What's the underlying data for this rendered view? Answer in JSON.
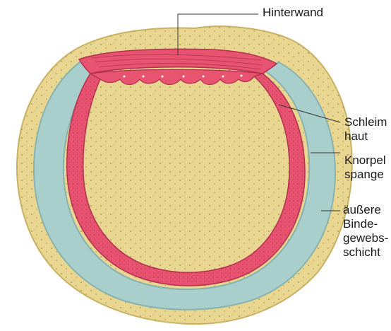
{
  "labels": {
    "posterior_wall": "Hinterwand",
    "mucosa": [
      "Schleim",
      "haut"
    ],
    "cartilage": [
      "Knorpel",
      "spange"
    ],
    "connective_tissue": [
      "äußere",
      "Binde-",
      "gewebs-",
      "schicht"
    ]
  },
  "colors": {
    "outer_layer": "#e9d691",
    "outer_layer_dots": "#9b8a4a",
    "cartilage": "#a9cfcd",
    "cartilage_edge": "#86b2b0",
    "mucosa": "#e8536f",
    "mucosa_dark": "#b03050",
    "lumen": "#ffffff",
    "leader_line": "#333333"
  }
}
